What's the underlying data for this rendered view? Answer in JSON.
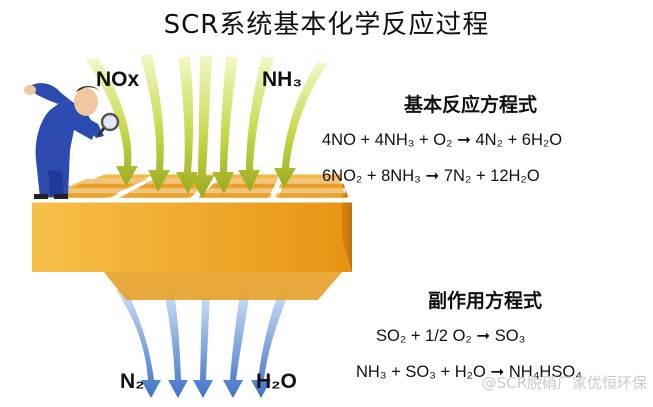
{
  "title": "SCR系统基本化学反应过程",
  "inputs": {
    "left": "NOx",
    "right": "NH₃"
  },
  "outputs": {
    "left": "N₂",
    "right": "H₂O"
  },
  "main_reactions": {
    "heading": "基本反应方程式",
    "equations": [
      "4NO + 4NH₃ + O₂ ➞ 4N₂ + 6H₂O",
      "6NO₂ + 8NH₃ ➞ 7N₂ + 12H₂O"
    ]
  },
  "side_reactions": {
    "heading": "副作用方程式",
    "equations": [
      "SO₂ + 1/2 O₂ ➞ SO₃",
      "NH₃ + SO₃ + H₂O ➞ NH₄HSO₄"
    ]
  },
  "watermark": "@SCR脱硝厂家优恒环保",
  "colors": {
    "catalyst_top": "#f5b23a",
    "catalyst_front": "#f0a020",
    "inflow": "#c8d84a",
    "outflow": "#4a7fd0"
  },
  "icons": [
    "person-with-magnifier-icon",
    "catalyst-block-icon"
  ]
}
